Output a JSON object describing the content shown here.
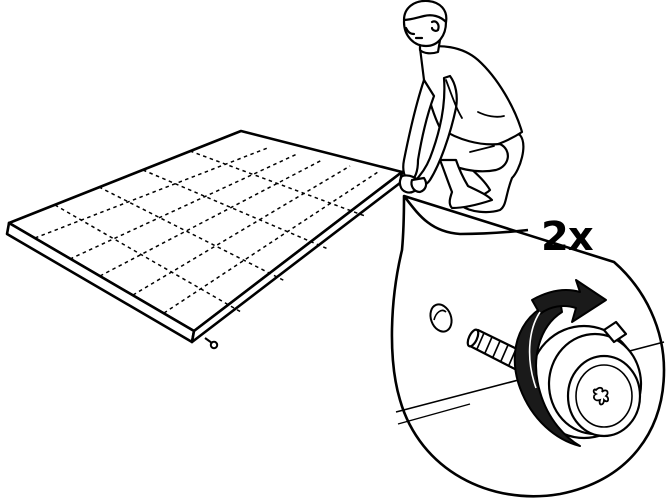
{
  "instruction": {
    "quantity_label": "2x"
  },
  "illustration": {
    "subject": "person-tightening-thumb-screw-on-panel",
    "icons": [
      "person-figure",
      "flat-panel",
      "thumb-screw",
      "rotation-arrow",
      "detail-magnifier"
    ]
  },
  "colors": {
    "ink": "#000000",
    "paper": "#ffffff"
  }
}
